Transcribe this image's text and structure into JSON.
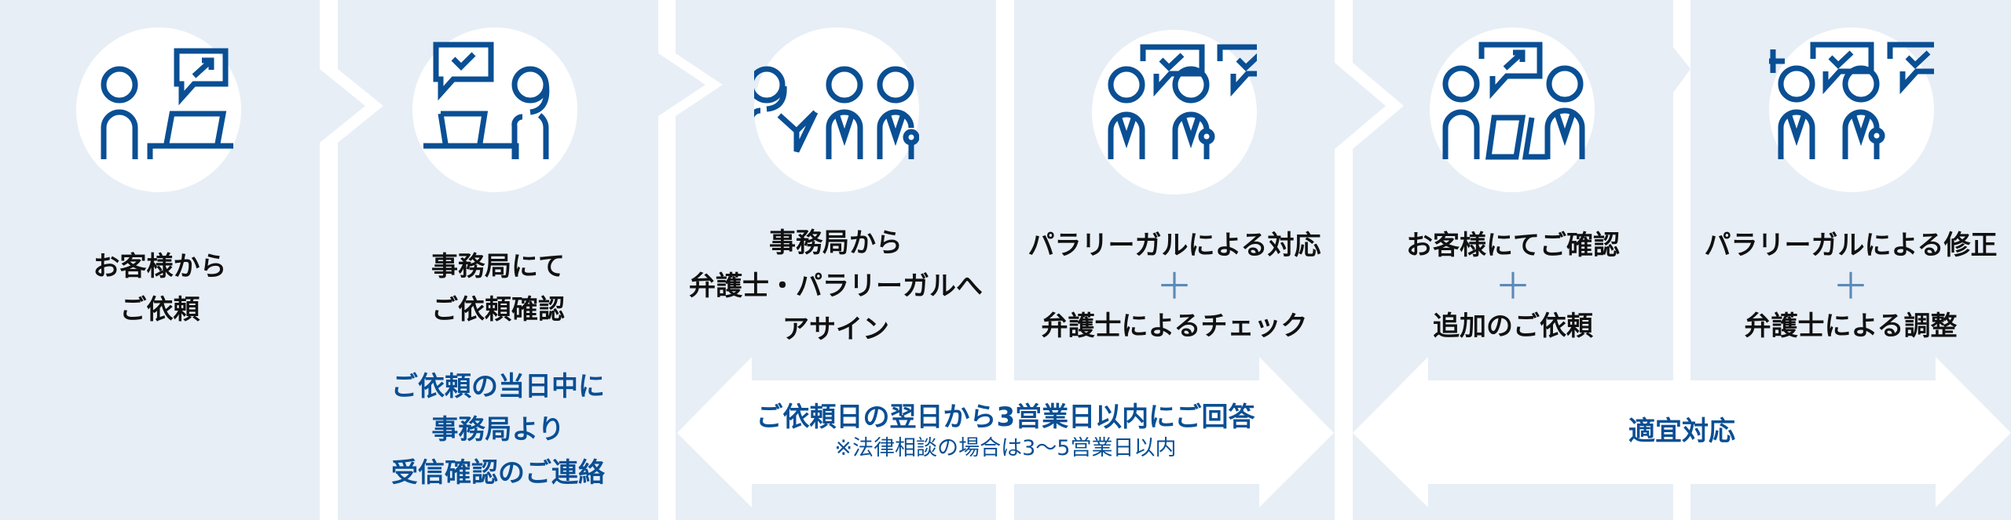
{
  "colors": {
    "background": "#e7eef6",
    "separator": "#ffffff",
    "icon": "#0a4f94",
    "title_text": "#111111",
    "accent_text": "#0a4f94",
    "plus": "#5b8ab8"
  },
  "steps": [
    {
      "icon": "person-laptop-send-message-icon",
      "title_lines": [
        "お客様から",
        "ご依頼"
      ]
    },
    {
      "icon": "staff-laptop-check-message-icon",
      "title_lines": [
        "事務局にて",
        "ご依頼確認"
      ],
      "note_lines": [
        "ご依頼の当日中に",
        "事務局より",
        "受信確認のご連絡"
      ]
    },
    {
      "icon": "staff-assign-lawyers-icon",
      "title_lines": [
        "事務局から",
        "弁護士・パラリーガルへ",
        "アサイン"
      ]
    },
    {
      "icon": "two-lawyers-check-messages-icon",
      "title_line1": "パラリーガルによる対応",
      "plus": "＋",
      "title_line2": "弁護士によるチェック"
    },
    {
      "icon": "client-lawyer-laptop-message-icon",
      "title_line1": "お客様にてご確認",
      "plus": "＋",
      "title_line2": "追加のご依頼"
    },
    {
      "icon": "plus-two-lawyers-check-messages-icon",
      "title_line1": "パラリーガルによる修正",
      "plus": "＋",
      "title_line2": "弁護士による調整"
    }
  ],
  "arrows": [
    {
      "main": "ご依頼日の翌日から3営業日以内にご回答",
      "sub": "※法律相談の場合は3〜5営業日以内"
    },
    {
      "main": "適宜対応"
    }
  ]
}
